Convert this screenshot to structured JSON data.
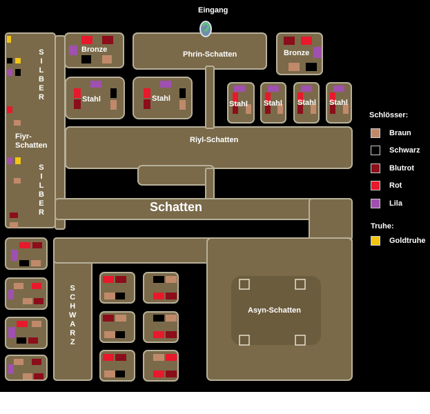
{
  "colors": {
    "floor": "#7a6a4a",
    "wall": "#b8b19a",
    "braun": "#c08a6a",
    "schwarz": "#000000",
    "blutrot": "#8b0e1a",
    "rot": "#e8192c",
    "lila": "#a050b0",
    "gold": "#f2c414"
  },
  "map": {
    "entrance": "Eingang",
    "entrance_icon": "portal-icon",
    "rooms": {
      "bronze_left": "Bronze",
      "phrin": "Phrin-Schatten",
      "bronze_right": "Bronze",
      "stahl_1": "Stahl",
      "stahl_2": "Stahl",
      "stahl_3": "Stahl",
      "stahl_4": "Stahl",
      "stahl_5": "Stahl",
      "stahl_6": "Stahl",
      "riyl": "Riyl-Schatten",
      "fiyr_1": "Fiyr-",
      "fiyr_2": "Schatten",
      "schatten": "Schatten",
      "asyn": "Asyn-Schatten"
    },
    "silber": [
      "S",
      "I",
      "L",
      "B",
      "E",
      "R"
    ],
    "schwarz": [
      "S",
      "C",
      "H",
      "W",
      "A",
      "R",
      "Z"
    ]
  },
  "legend": {
    "locks_title": "Schlösser:",
    "locks": [
      {
        "label": "Braun",
        "color": "#c08a6a"
      },
      {
        "label": "Schwarz",
        "color": "#000000"
      },
      {
        "label": "Blutrot",
        "color": "#8b0e1a"
      },
      {
        "label": "Rot",
        "color": "#e8192c"
      },
      {
        "label": "Lila",
        "color": "#a050b0"
      }
    ],
    "chest_title": "Truhe:",
    "chests": [
      {
        "label": "Goldtruhe",
        "color": "#f2c414"
      }
    ]
  }
}
